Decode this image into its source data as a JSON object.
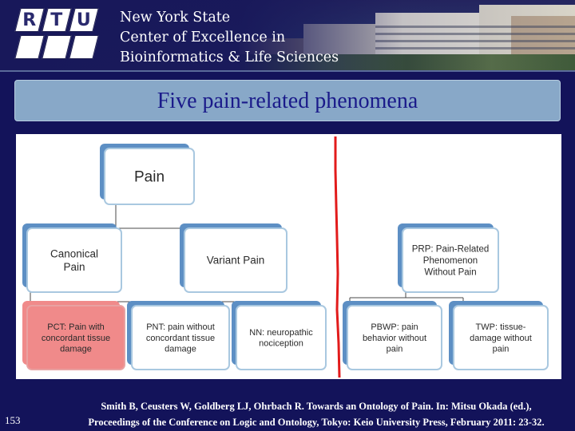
{
  "header": {
    "logo_letters": [
      "R",
      "T",
      "U"
    ],
    "title_lines": [
      "New York State",
      "Center of Excellence in",
      "Bioinformatics & Life Sciences"
    ]
  },
  "slide": {
    "title": "Five pain-related phenomena"
  },
  "diagram": {
    "colors": {
      "node_fill": "#ffffff",
      "node_border": "#a9c8e0",
      "back_fill": "#5d8fc4",
      "highlight_fill": "#f08a8a",
      "highlight_border": "#e9a1a1",
      "connector": "#4a4a4a",
      "divider": "#e21b1b"
    },
    "nodes": {
      "pain": [
        "Pain"
      ],
      "canonical": [
        "Canonical",
        "Pain"
      ],
      "variant": [
        "Variant Pain"
      ],
      "pct": [
        "PCT: Pain with",
        "concordant tissue",
        "damage"
      ],
      "pnt": [
        "PNT: pain without",
        "concordant tissue",
        "damage"
      ],
      "nn": [
        "NN: neuropathic",
        "nociception"
      ],
      "prp": [
        "PRP: Pain-Related",
        "Phenomenon",
        "Without Pain"
      ],
      "pbwp": [
        "PBWP: pain",
        "behavior without",
        "pain"
      ],
      "twp": [
        "TWP: tissue-",
        "damage without",
        "pain"
      ]
    }
  },
  "footer": {
    "slide_number": "153",
    "citation_lines": [
      "Smith B, Ceusters W, Goldberg LJ, Ohrbach R. Towards an Ontology of Pain. In: Mitsu Okada (ed.),",
      "Proceedings of the Conference on Logic and Ontology, Tokyo: Keio University Press, February 2011: 23-32."
    ]
  }
}
